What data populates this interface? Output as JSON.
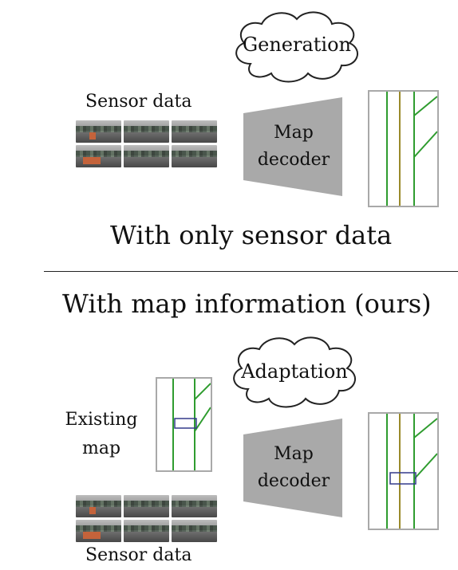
{
  "top": {
    "cloud_label": "Generation",
    "sensor_label": "Sensor data",
    "decoder_line1": "Map",
    "decoder_line2": "decoder",
    "caption": "With only sensor data"
  },
  "bottom": {
    "heading": "With map information (ours)",
    "cloud_label": "Adaptation",
    "existing_line1": "Existing",
    "existing_line2": "map",
    "decoder_line1": "Map",
    "decoder_line2": "decoder",
    "sensor_label": "Sensor data"
  },
  "colors": {
    "lane_green": "#2f9c2f",
    "lane_yellow": "#9a8a2a",
    "box_blue": "#333a8a",
    "decoder_gray": "#a9a9a9",
    "border_gray": "#a9a9a9"
  }
}
